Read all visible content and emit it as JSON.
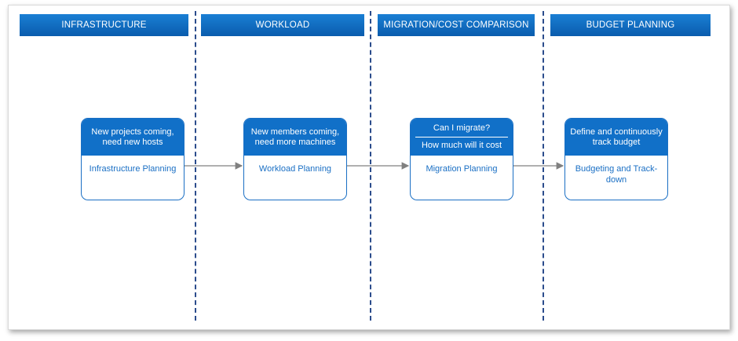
{
  "headers": [
    {
      "label": "INFRASTRUCTURE"
    },
    {
      "label": "WORKLOAD"
    },
    {
      "label": "MIGRATION/COST COMPARISON"
    },
    {
      "label": "BUDGET PLANNING"
    }
  ],
  "cards": [
    {
      "question": "New projects coming, need new hosts",
      "question_extra": "",
      "title": "Infrastructure Planning"
    },
    {
      "question": "New members coming, need more machines",
      "question_extra": "",
      "title": "Workload Planning"
    },
    {
      "question": "Can I migrate?",
      "question_extra": "How much will it cost",
      "title": "Migration Planning"
    },
    {
      "question": "Define and continuously track budget",
      "question_extra": "",
      "title": "Budgeting and Track-down"
    }
  ],
  "colors": {
    "header_blue": "#0a5cad",
    "card_blue": "#1170c8",
    "divider": "#2b4c8c",
    "arrow": "#808080"
  }
}
